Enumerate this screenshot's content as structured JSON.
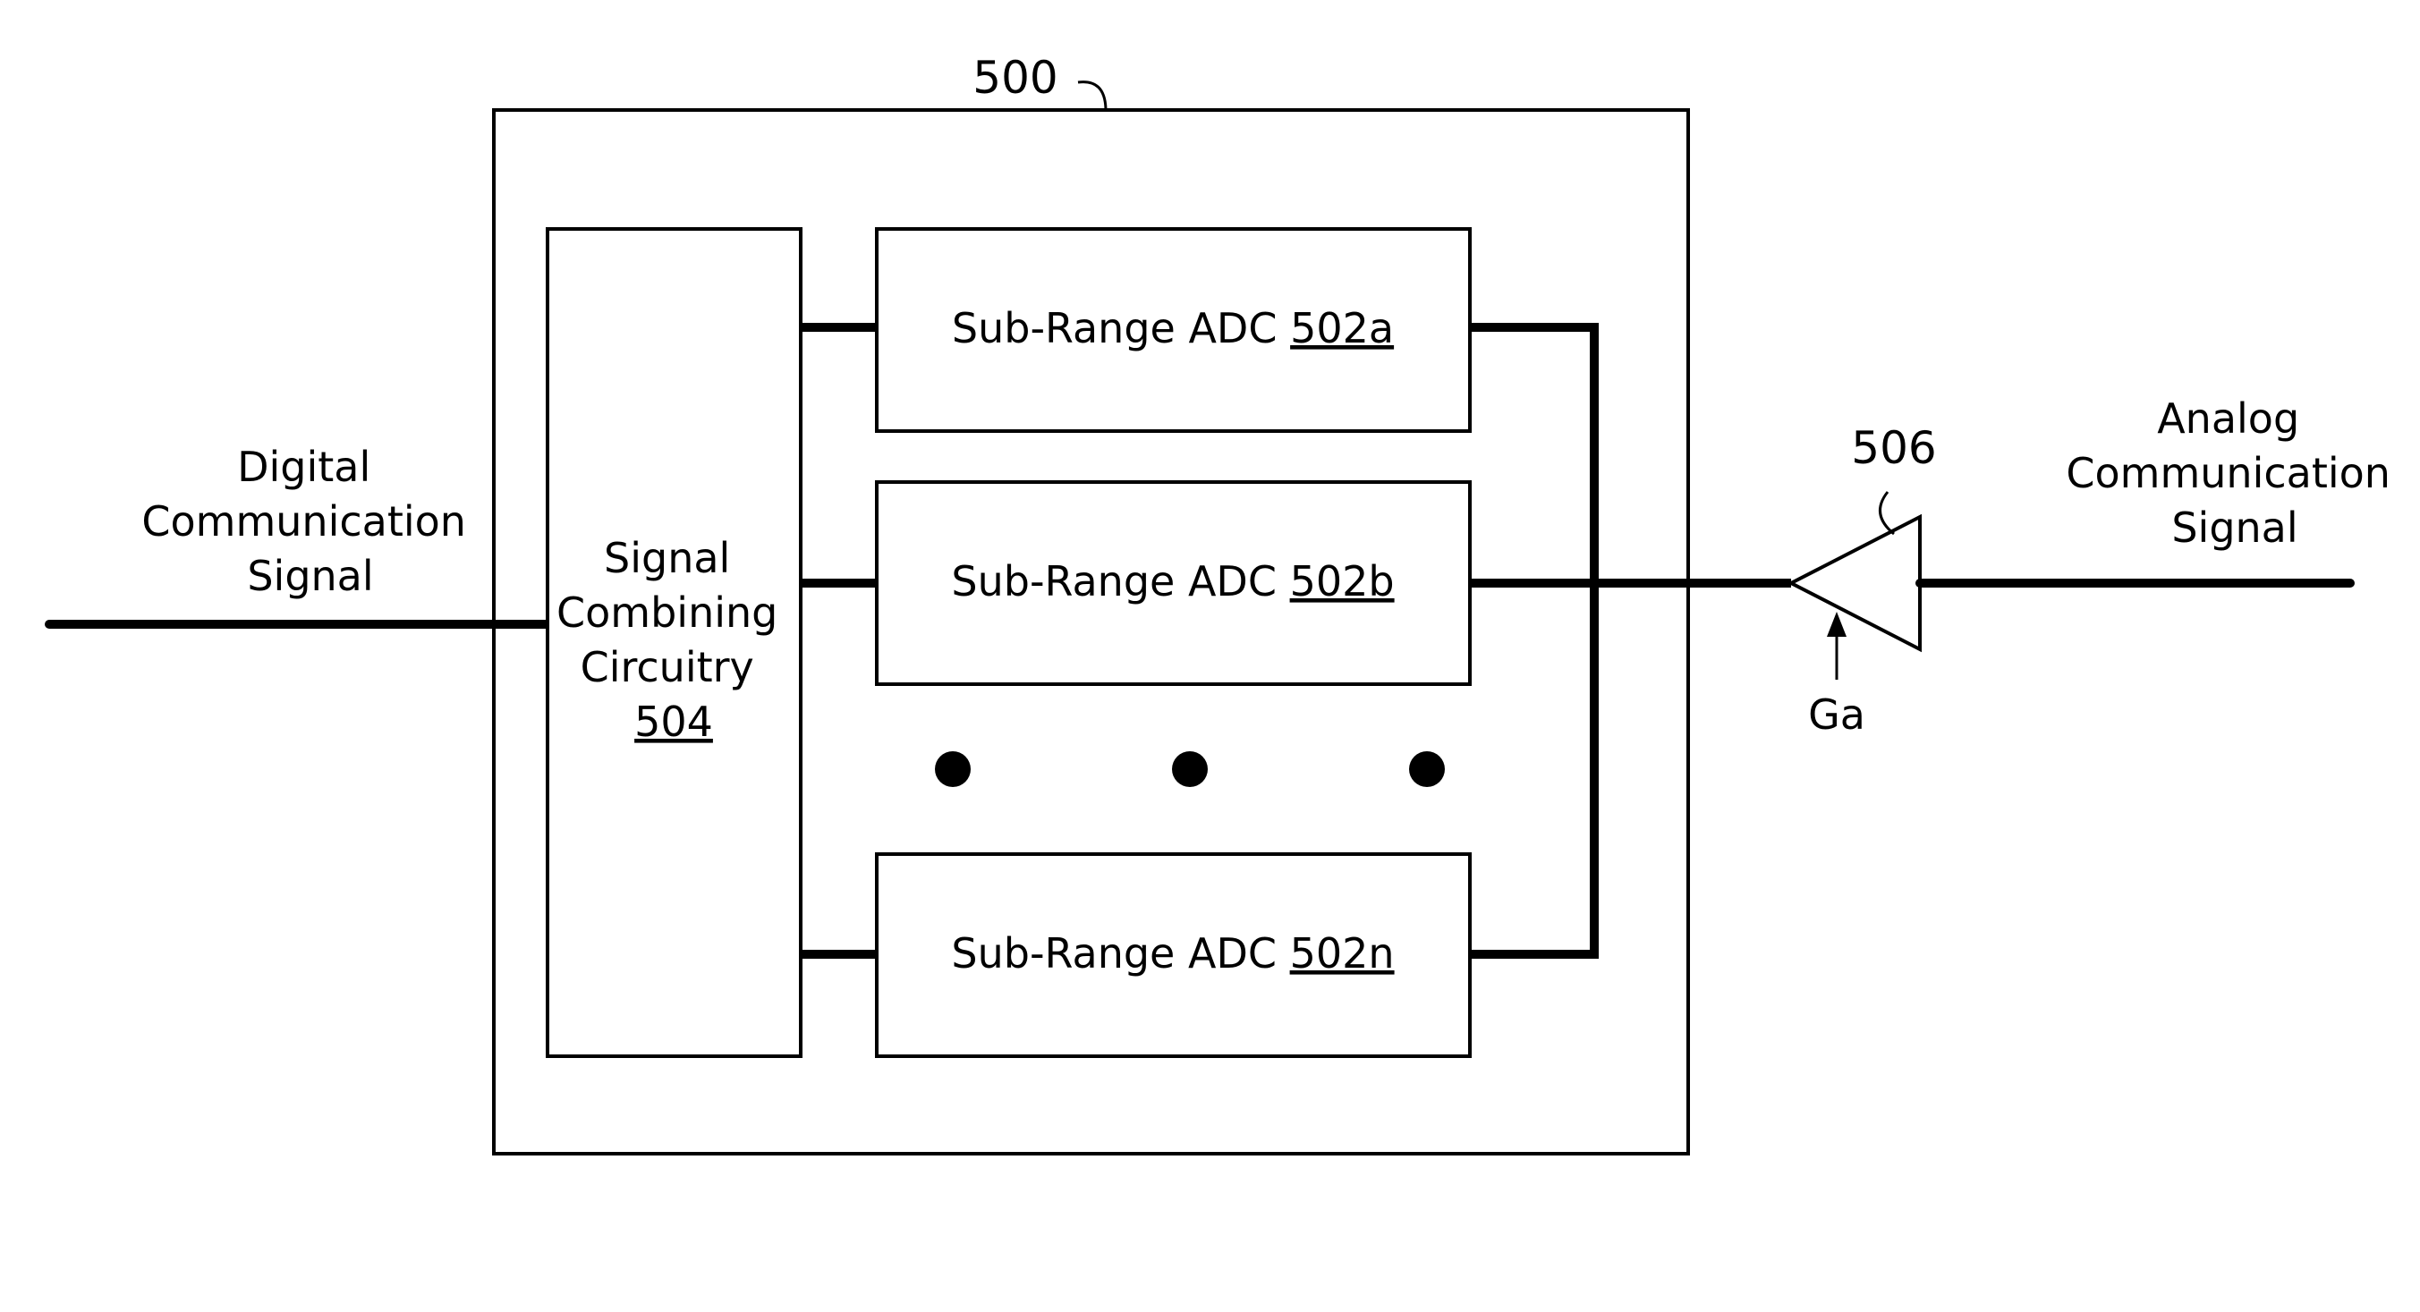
{
  "figure": {
    "reference": "500",
    "input": {
      "line1": "Digital",
      "line2": "Communication",
      "line3": "Signal"
    },
    "combiner": {
      "line1": "Signal",
      "line2": "Combining",
      "line3": "Circuitry",
      "ref": "504"
    },
    "adcs": [
      {
        "label": "Sub-Range ADC",
        "ref": "502a"
      },
      {
        "label": "Sub-Range ADC",
        "ref": "502b"
      },
      {
        "label": "Sub-Range ADC",
        "ref": "502n"
      }
    ],
    "amplifier": {
      "ref": "506",
      "gain_label": "Ga"
    },
    "output": {
      "line1": "Analog",
      "line2": "Communication",
      "line3": "Signal"
    }
  },
  "colors": {
    "stroke": "#000000",
    "background": "#ffffff"
  }
}
